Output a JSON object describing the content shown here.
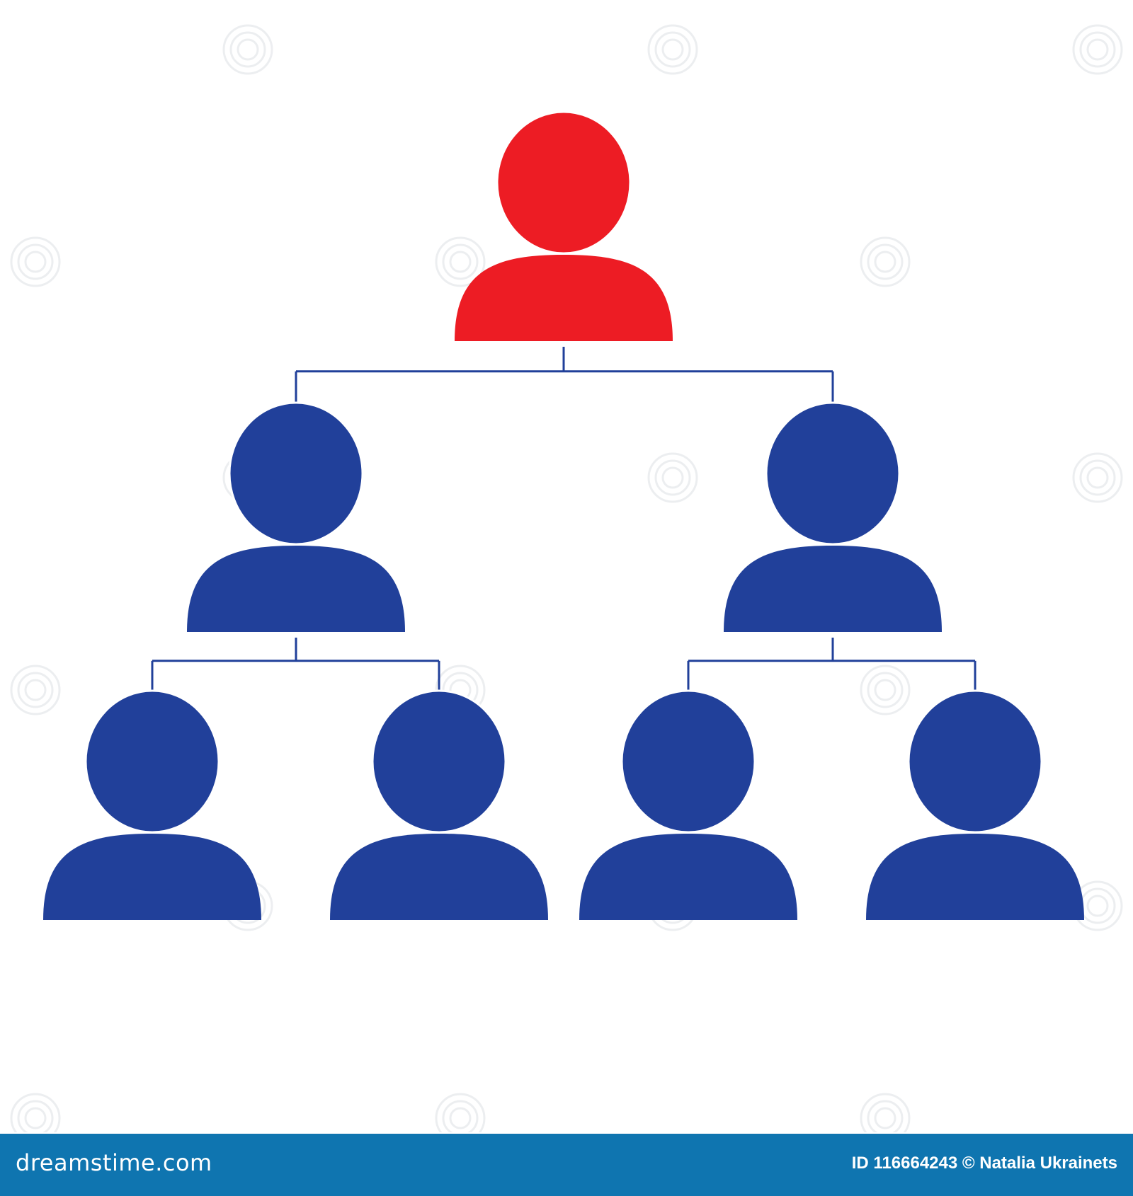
{
  "colors": {
    "root": "#ed1c24",
    "node": "#21409a",
    "connector": "#21409a",
    "footer": "#0f75b0",
    "background": "#ffffff"
  },
  "icons": {
    "node": "person-icon",
    "watermark": "dreamstime-spiral-icon"
  },
  "org_chart": {
    "nodes": [
      {
        "id": "root",
        "level": 0,
        "parent": null,
        "color": "#ed1c24"
      },
      {
        "id": "l1-a",
        "level": 1,
        "parent": "root",
        "color": "#21409a"
      },
      {
        "id": "l1-b",
        "level": 1,
        "parent": "root",
        "color": "#21409a"
      },
      {
        "id": "l2-a",
        "level": 2,
        "parent": "l1-a",
        "color": "#21409a"
      },
      {
        "id": "l2-b",
        "level": 2,
        "parent": "l1-a",
        "color": "#21409a"
      },
      {
        "id": "l2-c",
        "level": 2,
        "parent": "l1-b",
        "color": "#21409a"
      },
      {
        "id": "l2-d",
        "level": 2,
        "parent": "l1-b",
        "color": "#21409a"
      }
    ]
  },
  "footer": {
    "brand": "dreamstime.com",
    "credit": "ID 116664243 © Natalia Ukrainets"
  }
}
